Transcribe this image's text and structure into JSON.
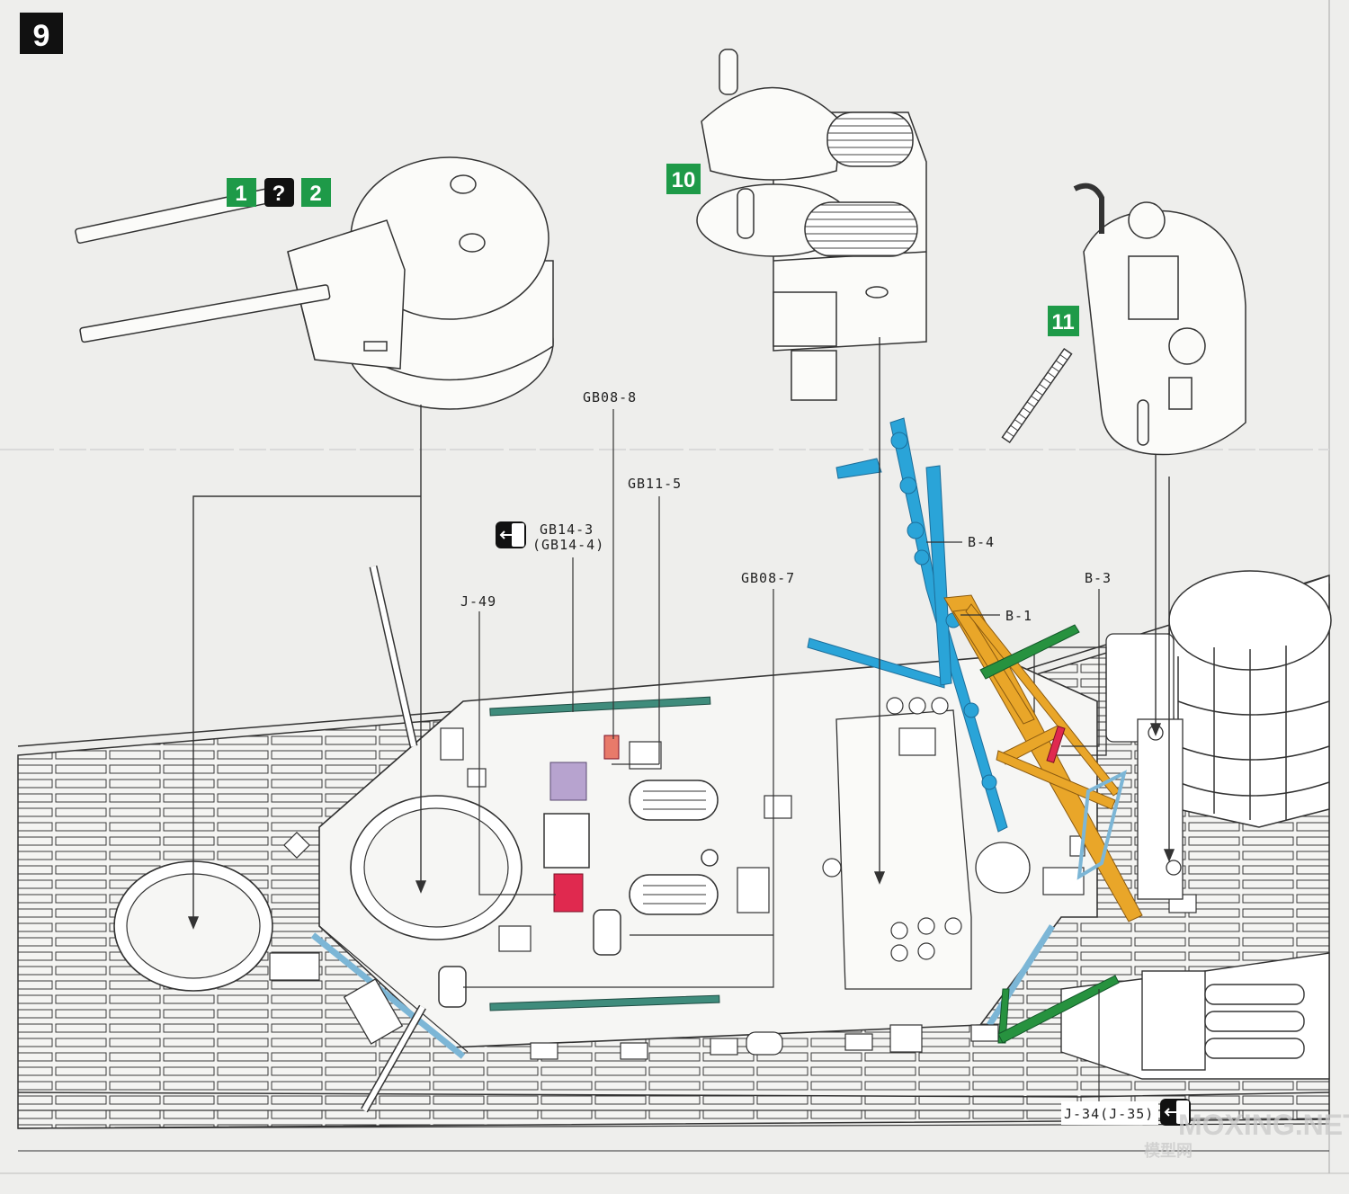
{
  "step_number": "9",
  "sub_badges": {
    "turret": [
      "1",
      "?",
      "2"
    ],
    "bridge": "10",
    "director": "11"
  },
  "part_labels": {
    "gb08_8": "GB08-8",
    "gb11_5": "GB11-5",
    "gb14_3": "GB14-3",
    "gb14_4": "(GB14-4)",
    "j_49": "J-49",
    "gb08_7": "GB08-7",
    "b_4": "B-4",
    "b_1": "B-1",
    "b_3": "B-3",
    "j_34": "J-34(J-35)"
  },
  "watermark": {
    "text": "MOXING.NET",
    "subtext": "模型网"
  },
  "colors": {
    "part_blue": "#2aa4d8",
    "part_orange": "#e9a629",
    "part_green": "#27923f",
    "part_red": "#e0294f",
    "part_purple": "#b7a3cf",
    "part_teal": "#3f8c7c",
    "badge_green": "#1e9a48",
    "badge_black": "#111111"
  },
  "icons": [
    "mirror-parts-icon"
  ]
}
